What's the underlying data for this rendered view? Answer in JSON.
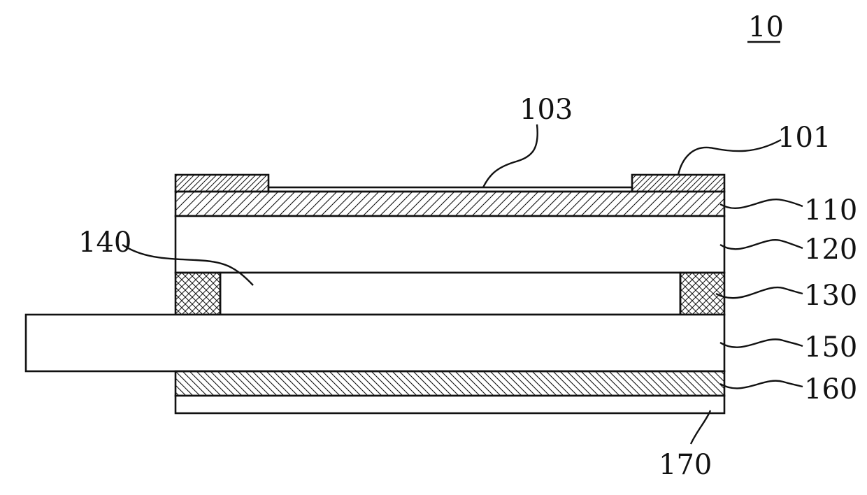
{
  "figure": {
    "number": "10"
  },
  "labels": {
    "l101": "101",
    "l103": "103",
    "l110": "110",
    "l120": "120",
    "l130": "130",
    "l140": "140",
    "l150": "150",
    "l160": "160",
    "l170": "170"
  },
  "colors": {
    "line": "#111111",
    "background": "#ffffff"
  }
}
